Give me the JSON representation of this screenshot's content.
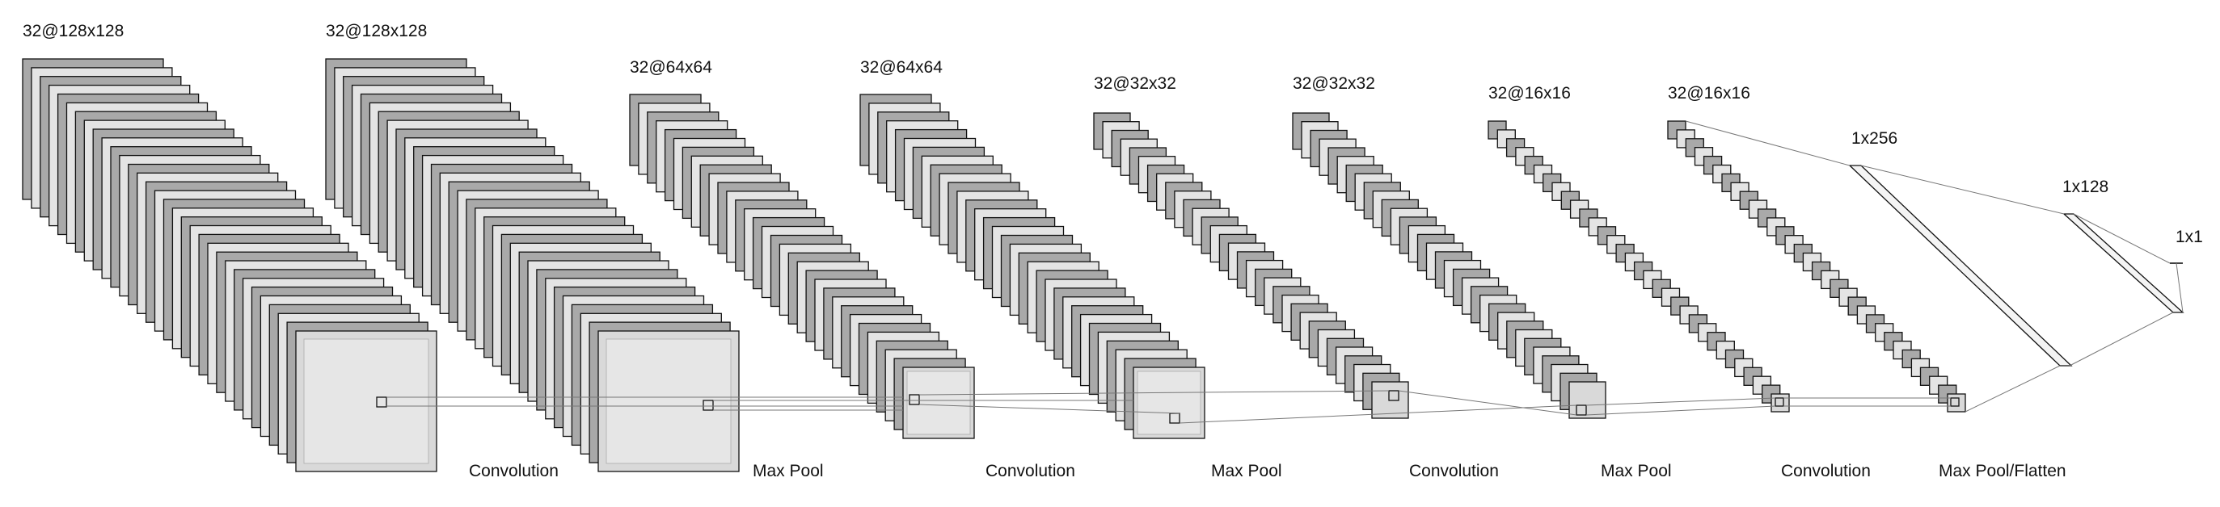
{
  "layers": [
    {
      "id": "conv1_out",
      "dim_label": "32@128x128",
      "maps": 32,
      "size": 128
    },
    {
      "id": "conv2_out",
      "dim_label": "32@128x128",
      "maps": 32,
      "size": 128
    },
    {
      "id": "pool1_out",
      "dim_label": "32@64x64",
      "maps": 32,
      "size": 64
    },
    {
      "id": "conv3_out",
      "dim_label": "32@64x64",
      "maps": 32,
      "size": 64
    },
    {
      "id": "pool2_out",
      "dim_label": "32@32x32",
      "maps": 32,
      "size": 32
    },
    {
      "id": "conv4_out",
      "dim_label": "32@32x32",
      "maps": 32,
      "size": 32
    },
    {
      "id": "pool3_out",
      "dim_label": "32@16x16",
      "maps": 32,
      "size": 16
    },
    {
      "id": "conv5_out",
      "dim_label": "32@16x16",
      "maps": 32,
      "size": 16
    },
    {
      "id": "dense1",
      "dim_label": "1x256",
      "units": 256
    },
    {
      "id": "dense2",
      "dim_label": "1x128",
      "units": 128
    },
    {
      "id": "output",
      "dim_label": "1x1",
      "units": 1
    }
  ],
  "operations": [
    {
      "label": "Convolution"
    },
    {
      "label": "Max Pool"
    },
    {
      "label": "Convolution"
    },
    {
      "label": "Max Pool"
    },
    {
      "label": "Convolution"
    },
    {
      "label": "Max Pool"
    },
    {
      "label": "Convolution"
    },
    {
      "label": "Max Pool/Flatten"
    }
  ],
  "colors": {
    "map_dark": "#a9a9a9",
    "map_light": "#e4e4e4",
    "front_map": "#d9d9d9",
    "front_inner": "#e6e6e6",
    "stroke": "#111111",
    "connector": "#777777",
    "background": "#ffffff"
  }
}
